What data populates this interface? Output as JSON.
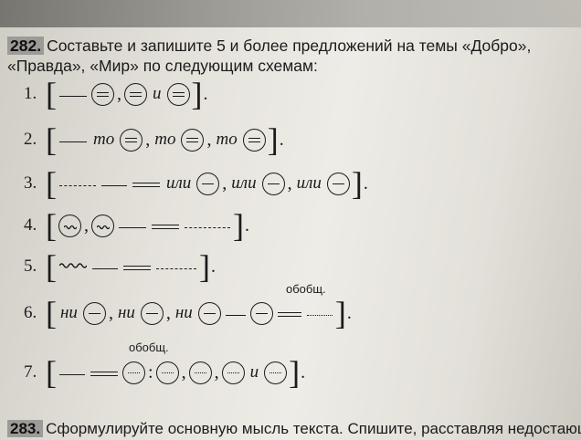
{
  "task282": {
    "number": "282.",
    "text": "Составьте и запишите 5 и более предложений на темы «Добро», «Правда», «Мир» по следующим схемам:"
  },
  "schemes": {
    "n1": "1.",
    "n2": "2.",
    "n3": "3.",
    "n4": "4.",
    "n5": "5.",
    "n6": "6.",
    "n7": "7.",
    "bracket_open": "[",
    "bracket_close": "]",
    "comma": ",",
    "period": ".",
    "colon": ":",
    "i": "и",
    "to": "то",
    "ili": "или",
    "ni": "ни"
  },
  "annotations": {
    "obobshch": "обобщ."
  },
  "task283": {
    "number": "283.",
    "text": "Сформулируйте основную мысль текста. Спишите, расставляя недостающие"
  },
  "colors": {
    "ink": "#1b1b1b",
    "number_badge": "#9c9b97",
    "paper": "#eeece6"
  }
}
